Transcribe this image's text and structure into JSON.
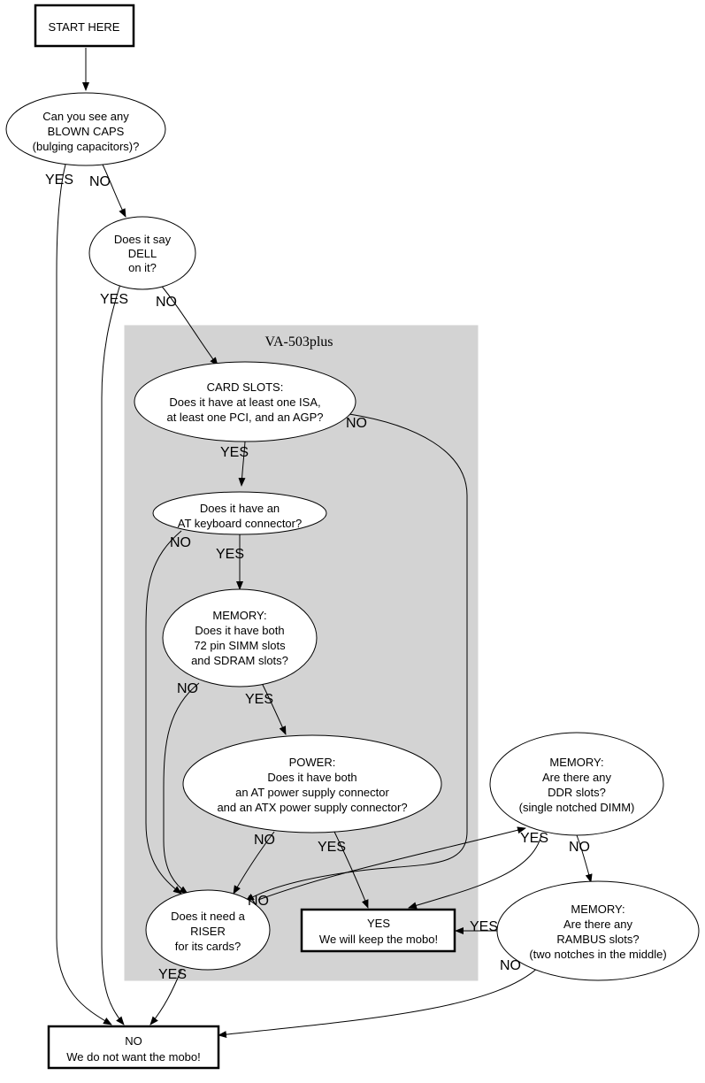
{
  "cluster": {
    "label": "VA-503plus",
    "fill": "#d3d3d3"
  },
  "nodes": {
    "start": {
      "lines": [
        "START HERE"
      ]
    },
    "caps": {
      "lines": [
        "Can you see any",
        "BLOWN CAPS",
        "(bulging capacitors)?"
      ]
    },
    "dell": {
      "lines": [
        "Does it say",
        "DELL",
        "on it?"
      ]
    },
    "slots": {
      "lines": [
        "CARD SLOTS:",
        "Does it have at least one ISA,",
        "at least one PCI, and an AGP?"
      ]
    },
    "kbd": {
      "lines": [
        "Does it have an",
        "AT keyboard connector?"
      ]
    },
    "mem": {
      "lines": [
        "MEMORY:",
        "Does it have both",
        "72 pin SIMM slots",
        "and SDRAM slots?"
      ]
    },
    "power": {
      "lines": [
        "POWER:",
        "Does it have both",
        "an AT power supply connector",
        "and an ATX power supply connector?"
      ]
    },
    "riser": {
      "lines": [
        "Does it need a",
        "RISER",
        "for its cards?"
      ]
    },
    "keep": {
      "lines": [
        "YES",
        "We will keep the mobo!"
      ]
    },
    "ddr": {
      "lines": [
        "MEMORY:",
        "Are there any",
        "DDR slots?",
        "(single notched DIMM)"
      ]
    },
    "rambus": {
      "lines": [
        "MEMORY:",
        "Are there any",
        "RAMBUS slots?",
        "(two notches in the middle)"
      ]
    },
    "nomobo": {
      "lines": [
        "NO",
        "We do not want the mobo!"
      ]
    }
  },
  "edge_labels": {
    "caps_yes": "YES",
    "caps_no": "NO",
    "dell_yes": "YES",
    "dell_no": "NO",
    "slots_yes": "YES",
    "slots_no": "NO",
    "kbd_yes": "YES",
    "kbd_no": "NO",
    "mem_yes": "YES",
    "mem_no": "NO",
    "power_yes": "YES",
    "power_no": "NO",
    "riser_yes": "YES",
    "riser_no": "NO",
    "ddr_yes": "YES",
    "ddr_no": "NO",
    "rambus_yes": "YES",
    "rambus_no": "NO"
  }
}
